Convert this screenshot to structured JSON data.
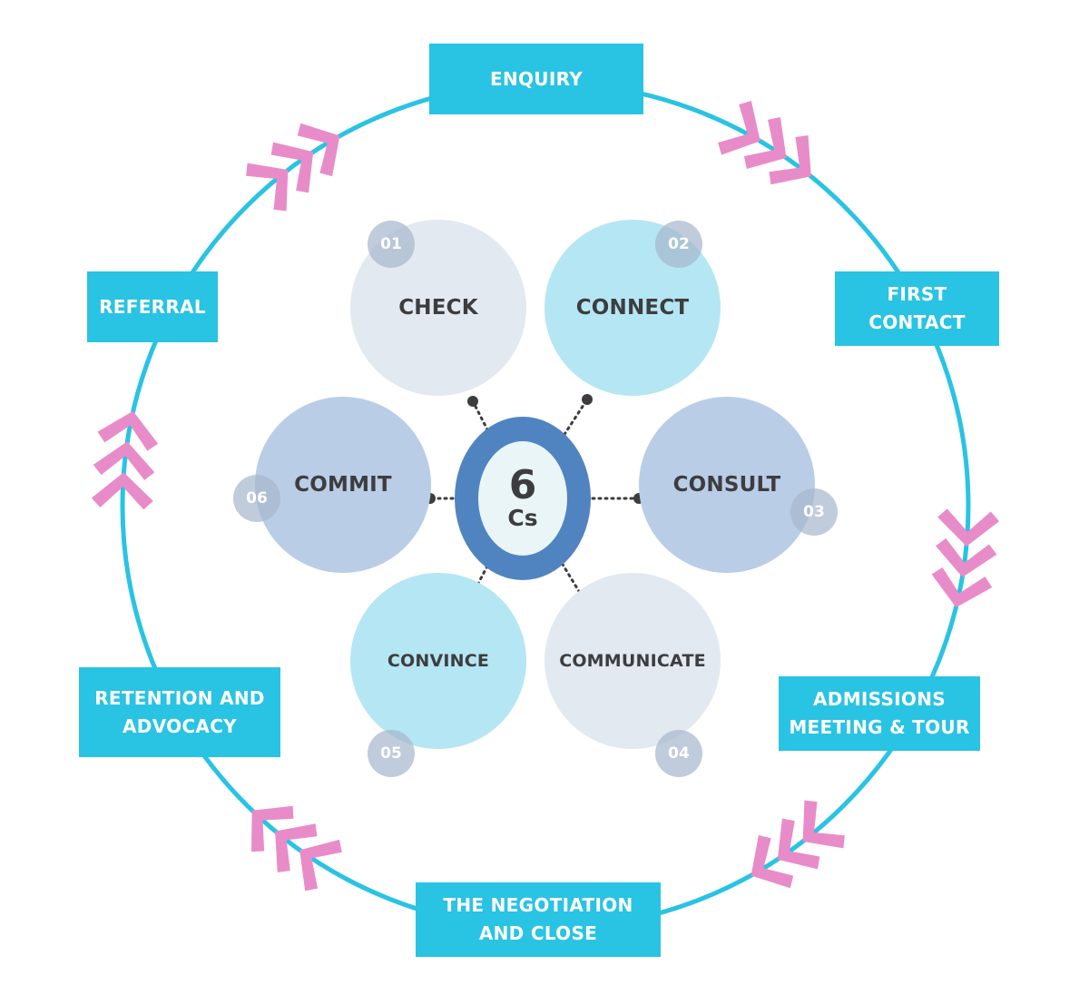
{
  "diagram": {
    "title_center": {
      "number": "6",
      "subtitle": "Cs"
    },
    "colors": {
      "ring": "#29c3e3",
      "stage_box": "#29c3e3",
      "arrow": "#e88cc9",
      "hub_ring": "#5084c1",
      "hub_fill": "#eaf5f7",
      "connector": "#3d3d3f",
      "badge": "#a8b8cd"
    },
    "cycle_stages": [
      {
        "id": "enquiry",
        "label": "ENQUIRY"
      },
      {
        "id": "first-contact",
        "label": "FIRST\nCONTACT"
      },
      {
        "id": "admissions-meeting",
        "label": "ADMISSIONS\nMEETING & TOUR"
      },
      {
        "id": "negotiation",
        "label": "THE NEGOTIATION\nAND CLOSE"
      },
      {
        "id": "retention",
        "label": "RETENTION AND\nADVOCACY"
      },
      {
        "id": "referral",
        "label": "REFERRAL"
      }
    ],
    "six_cs": [
      {
        "number": "01",
        "label": "CHECK",
        "color": "#e3e9f0"
      },
      {
        "number": "02",
        "label": "CONNECT",
        "color": "#b5e6f3"
      },
      {
        "number": "03",
        "label": "CONSULT",
        "color": "#b9cde7"
      },
      {
        "number": "04",
        "label": "COMMUNICATE",
        "color": "#e3e9f0"
      },
      {
        "number": "05",
        "label": "CONVINCE",
        "color": "#b5e6f3"
      },
      {
        "number": "06",
        "label": "COMMIT",
        "color": "#b9cde7"
      }
    ],
    "arrow_groups": [
      {
        "between": [
          "enquiry",
          "first-contact"
        ],
        "count": 3,
        "direction": "clockwise"
      },
      {
        "between": [
          "first-contact",
          "admissions-meeting"
        ],
        "count": 3,
        "direction": "clockwise"
      },
      {
        "between": [
          "admissions-meeting",
          "negotiation"
        ],
        "count": 3,
        "direction": "clockwise"
      },
      {
        "between": [
          "negotiation",
          "retention"
        ],
        "count": 3,
        "direction": "clockwise"
      },
      {
        "between": [
          "retention",
          "referral"
        ],
        "count": 3,
        "direction": "clockwise"
      },
      {
        "between": [
          "referral",
          "enquiry"
        ],
        "count": 3,
        "direction": "clockwise"
      }
    ]
  }
}
